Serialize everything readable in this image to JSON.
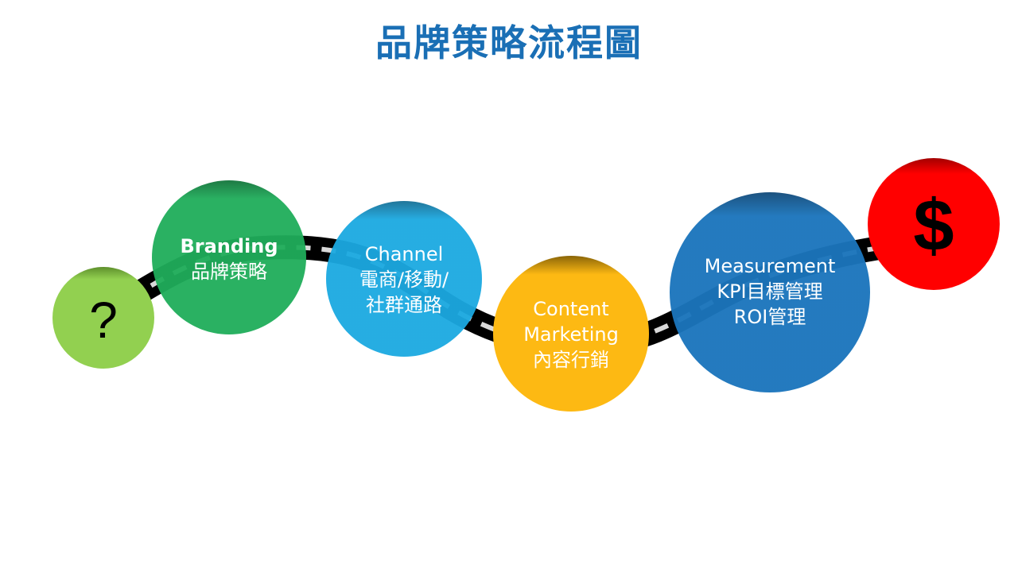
{
  "title": "品牌策略流程圖",
  "colors": {
    "title": "#1a6fb5",
    "start": "#92d050",
    "branding": "#1fad5a",
    "channel": "#1ba9e1",
    "content": "#fdb913",
    "measurement": "#1b75bc",
    "end": "#ff0000",
    "road": "#000000"
  },
  "steps": [
    {
      "id": "start",
      "lines": [
        "?"
      ]
    },
    {
      "id": "branding",
      "lines": [
        "Branding",
        "品牌策略"
      ]
    },
    {
      "id": "channel",
      "lines": [
        "Channel",
        "電商/移動/",
        "社群通路"
      ]
    },
    {
      "id": "content",
      "lines": [
        "Content",
        "Marketing",
        "內容行銷"
      ]
    },
    {
      "id": "measurement",
      "lines": [
        "Measurement",
        "KPI目標管理",
        "ROI管理"
      ]
    },
    {
      "id": "end",
      "lines": [
        "$"
      ]
    }
  ]
}
